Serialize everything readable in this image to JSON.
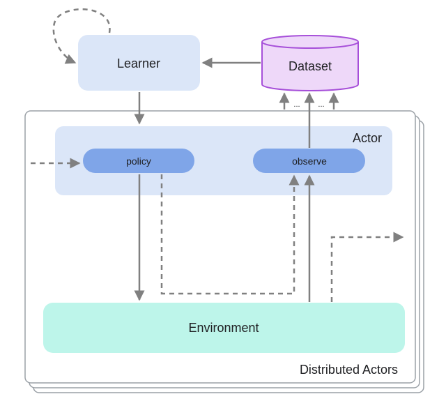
{
  "diagram": {
    "nodes": {
      "learner": "Learner",
      "dataset": "Dataset",
      "actor": "Actor",
      "policy": "policy",
      "observe": "observe",
      "environment": "Environment",
      "distributed_actors": "Distributed Actors"
    },
    "ellipsis_left": "...",
    "ellipsis_right": "..."
  },
  "colors": {
    "learner_fill": "#dbe6f8",
    "dataset_fill": "#eed8f9",
    "dataset_stroke": "#a64fd9",
    "actor_fill": "#dbe6f8",
    "pill_fill": "#7fa5e8",
    "environment_fill": "#bdf5ea",
    "frame_stroke": "#9aa0a6",
    "arrow": "#808080"
  }
}
